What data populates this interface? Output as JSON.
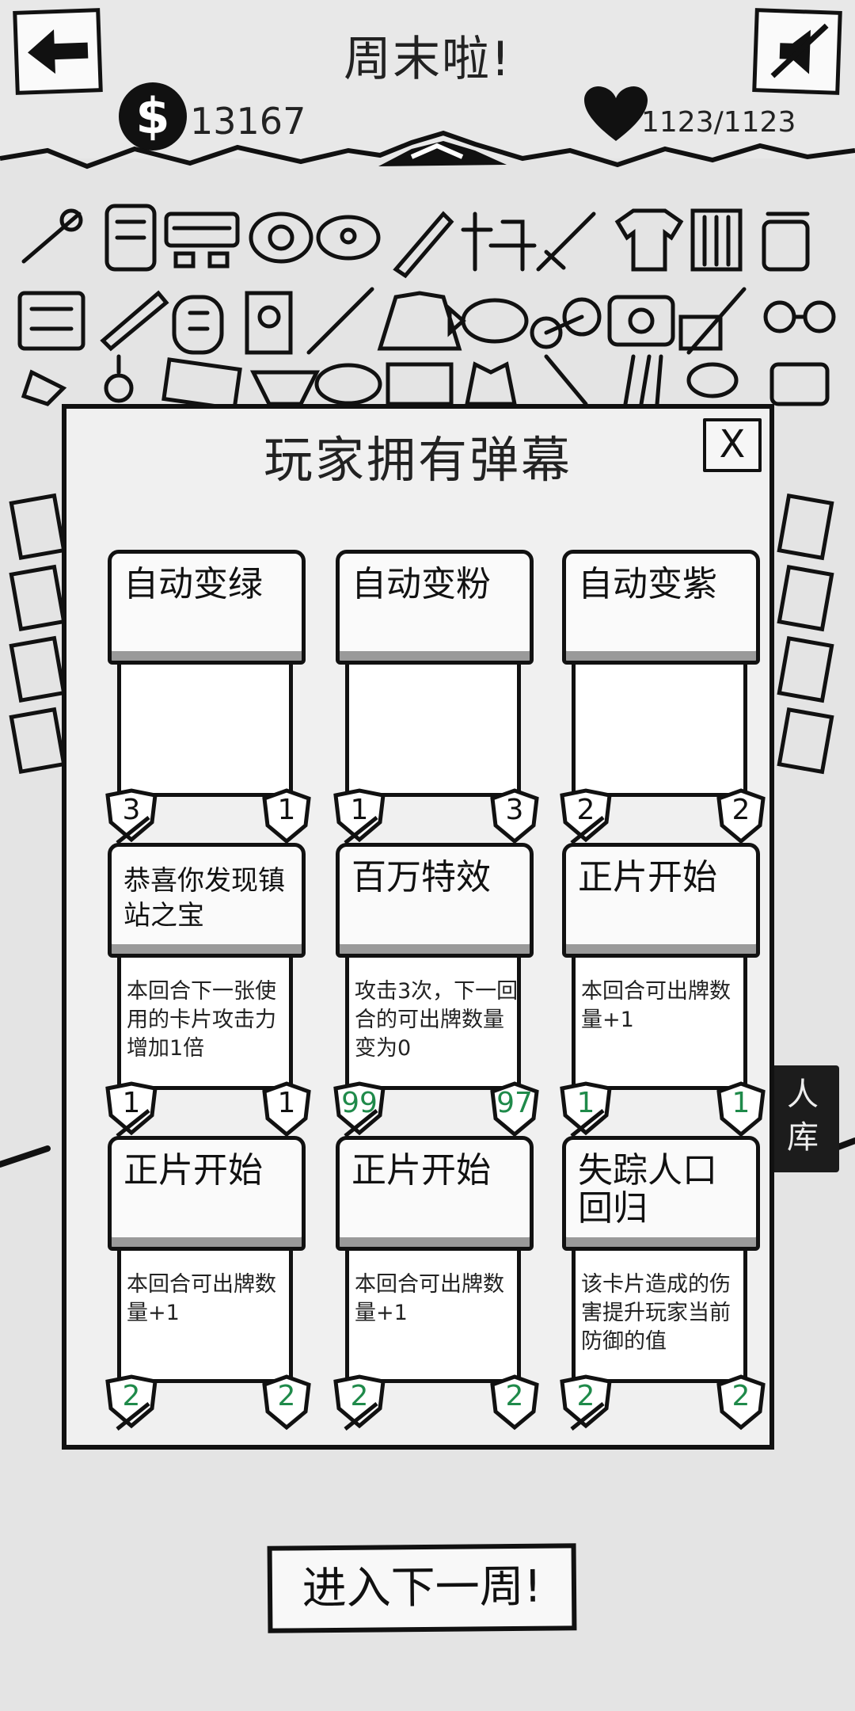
{
  "header": {
    "title": "周末啦!",
    "coins": "13167",
    "hp": "1123/1123",
    "coin_symbol": "$"
  },
  "modal": {
    "title": "玩家拥有弹幕",
    "close_label": "X",
    "cards": [
      {
        "title": "自动变绿",
        "desc": "",
        "left_value": "3",
        "right_value": "1",
        "value_color": "black"
      },
      {
        "title": "自动变粉",
        "desc": "",
        "left_value": "1",
        "right_value": "3",
        "value_color": "black"
      },
      {
        "title": "自动变紫",
        "desc": "",
        "left_value": "2",
        "right_value": "2",
        "value_color": "black"
      },
      {
        "title": "恭喜你发现镇站之宝",
        "desc": "本回合下一张使用的卡片攻击力增加1倍",
        "left_value": "1",
        "right_value": "1",
        "value_color": "black"
      },
      {
        "title": "百万特效",
        "desc": "攻击3次，下一回合的可出牌数量变为0",
        "left_value": "99",
        "right_value": "97",
        "value_color": "green"
      },
      {
        "title": "正片开始",
        "desc": "本回合可出牌数量+1",
        "left_value": "1",
        "right_value": "1",
        "value_color": "green"
      },
      {
        "title": "正片开始",
        "desc": "本回合可出牌数量+1",
        "left_value": "2",
        "right_value": "2",
        "value_color": "green"
      },
      {
        "title": "正片开始",
        "desc": "本回合可出牌数量+1",
        "left_value": "2",
        "right_value": "2",
        "value_color": "green"
      },
      {
        "title": "失踪人口回归",
        "desc": "该卡片造成的伤害提升玩家当前防御的值",
        "left_value": "2",
        "right_value": "2",
        "value_color": "green"
      }
    ]
  },
  "side_button": {
    "line1": "人",
    "line2": "库"
  },
  "next_button": {
    "label": "进入下一周!"
  },
  "colors": {
    "green_value": "#1f8a4a",
    "ink": "#111111",
    "paper": "#f0f0f0"
  }
}
